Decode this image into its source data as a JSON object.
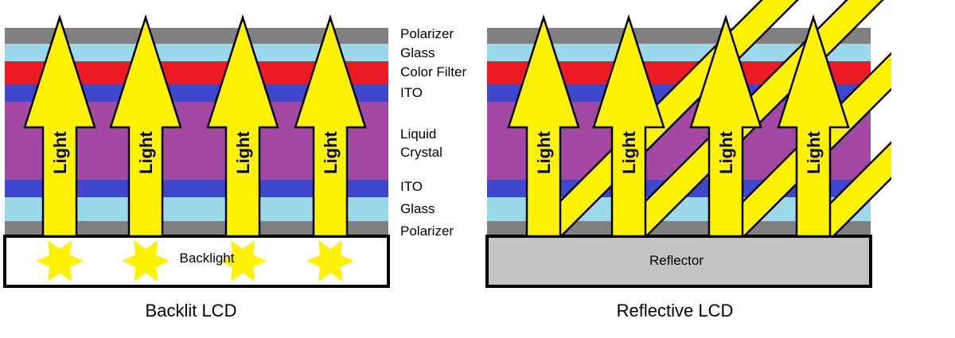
{
  "colors": {
    "polarizer": "#808080",
    "glass": "#99d9ea",
    "color_filter": "#ed1c24",
    "ito": "#3f48cc",
    "liquid_crystal": "#a349a4",
    "light": "#fff200",
    "reflector": "#c3c3c3"
  },
  "layer_labels": {
    "polarizer_top": "Polarizer",
    "glass_top": "Glass",
    "color_filter": "Color Filter",
    "ito_top": "ITO",
    "liquid_crystal_line1": "Liquid",
    "liquid_crystal_line2": "Crystal",
    "ito_bottom": "ITO",
    "glass_bottom": "Glass",
    "polarizer_bottom": "Polarizer"
  },
  "backlit": {
    "caption": "Backlit LCD",
    "source_label": "Backlight",
    "arrow_label": "Light",
    "arrow_count": 4,
    "star_count": 4
  },
  "reflective": {
    "caption": "Reflective LCD",
    "source_label": "Reflector",
    "arrow_label": "Light",
    "arrow_count": 4,
    "incoming_beam_count": 4
  }
}
